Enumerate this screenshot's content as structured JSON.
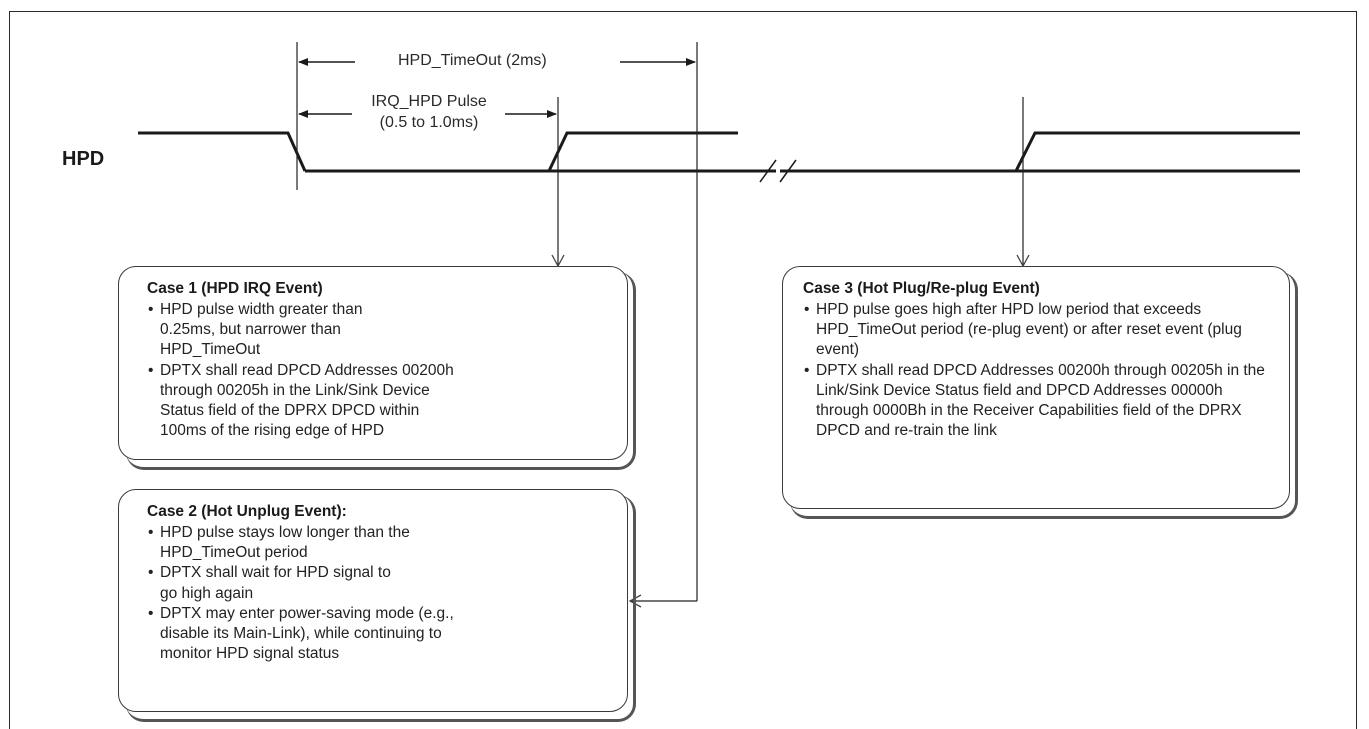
{
  "signal": {
    "name": "HPD"
  },
  "timing": {
    "timeout_label": "HPD_TimeOut (2ms)",
    "irq_label_line1": "IRQ_HPD Pulse",
    "irq_label_line2": "(0.5 to 1.0ms)"
  },
  "cases": [
    {
      "title": "Case 1 (HPD IRQ Event)",
      "bullets": [
        "HPD pulse width greater than 0.25ms, but narrower than HPD_TimeOut",
        "DPTX shall read DPCD Addresses 00200h through 00205h in the Link/Sink Device Status field of the DPRX DPCD within 100ms of the rising edge of HPD"
      ]
    },
    {
      "title": "Case 2 (Hot Unplug Event):",
      "bullets": [
        "HPD pulse stays low longer than the HPD_TimeOut period",
        "DPTX shall wait for HPD signal to go high again",
        "DPTX may enter power-saving mode (e.g., disable its Main-Link), while continuing to monitor HPD signal status"
      ]
    },
    {
      "title": "Case 3 (Hot Plug/Re-plug Event)",
      "bullets": [
        "HPD pulse goes high after HPD low period that exceeds HPD_TimeOut period (re-plug event) or after reset event (plug event)",
        "DPTX shall read DPCD Addresses 00200h through 00205h in the Link/Sink Device Status field and DPCD Addresses 00000h through 0000Bh in the Receiver Capabilities field of the DPRX DPCD and re-train the link"
      ]
    }
  ]
}
